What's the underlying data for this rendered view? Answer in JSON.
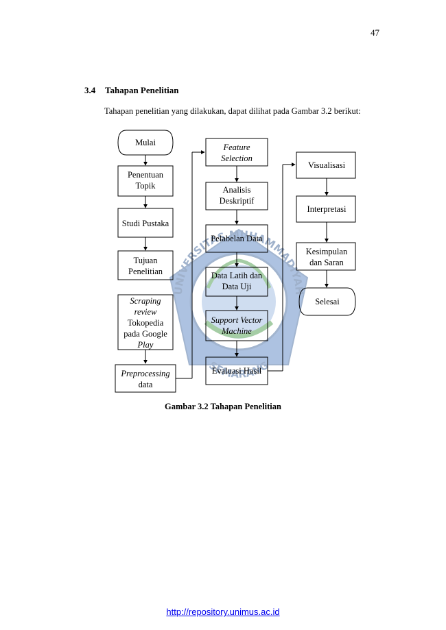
{
  "page": {
    "number": "47",
    "section": {
      "number": "3.4",
      "title": "Tahapan Penelitian"
    },
    "intro": "Tahapan penelitian yang dilakukan, dapat dilihat pada Gambar 3.2 berikut:",
    "caption": "Gambar 3.2 Tahapan Penelitian",
    "footer_link": "http://repository.unimus.ac.id"
  },
  "watermark": {
    "top_text": "UNIVERSITAS MUHAMMADIYAH",
    "bottom_text": "SEMARANG"
  },
  "flowchart": {
    "mulai": "Mulai",
    "penentuan": [
      "Penentuan",
      "Topik"
    ],
    "studi": "Studi Pustaka",
    "tujuan": [
      "Tujuan",
      "Penelitian"
    ],
    "scraping": [
      "Scraping",
      "review",
      "Tokopedia",
      "pada Google",
      "Play"
    ],
    "preprocessing": [
      "Preprocessing",
      "data"
    ],
    "feature": [
      "Feature",
      "Selection"
    ],
    "analisis": [
      "Analisis",
      "Deskriptif"
    ],
    "pelabelan": "Pelabelan Data",
    "datalatih": [
      "Data Latih dan",
      "Data Uji"
    ],
    "svm": [
      "Support Vector",
      "Machine"
    ],
    "evaluasi": "Evaluasi Hasil",
    "visualisasi": "Visualisasi",
    "interpretasi": "Interpretasi",
    "kesimpulan": [
      "Kesimpulan",
      "dan Saran"
    ],
    "selesai": "Selesai"
  }
}
